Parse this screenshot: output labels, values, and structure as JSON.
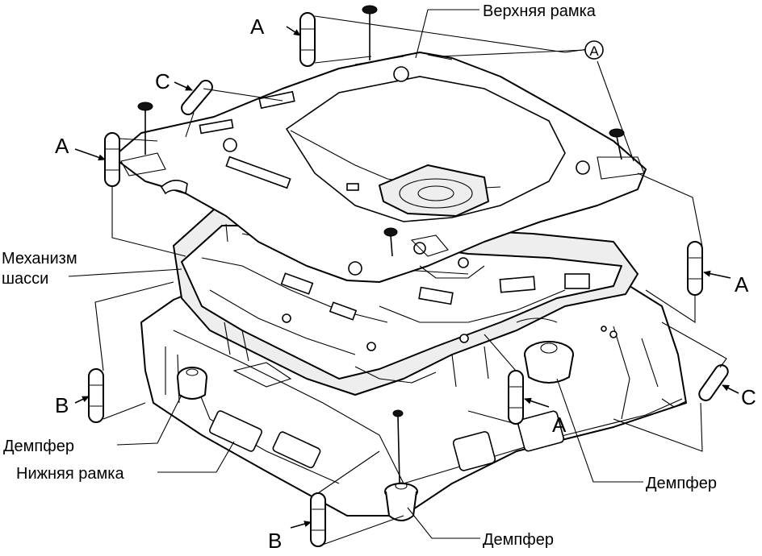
{
  "labels": {
    "top_frame": "Верхняя рамка",
    "chassis_mech_line1": "Механизм",
    "chassis_mech_line2": "шасси",
    "damper_left": "Демпфер",
    "bottom_frame": "Нижняя рамка",
    "damper_right": "Демпфер",
    "damper_bottom": "Демпфер"
  },
  "callouts": {
    "a_top_left": "A",
    "c_top_left": "C",
    "a_left": "A",
    "a_right": "A",
    "b_left": "B",
    "c_right": "C",
    "a_center": "A",
    "b_bottom": "B",
    "a_circled": "A"
  },
  "icons": [
    "spring-pin-icon",
    "screw-icon",
    "arrow-icon"
  ]
}
